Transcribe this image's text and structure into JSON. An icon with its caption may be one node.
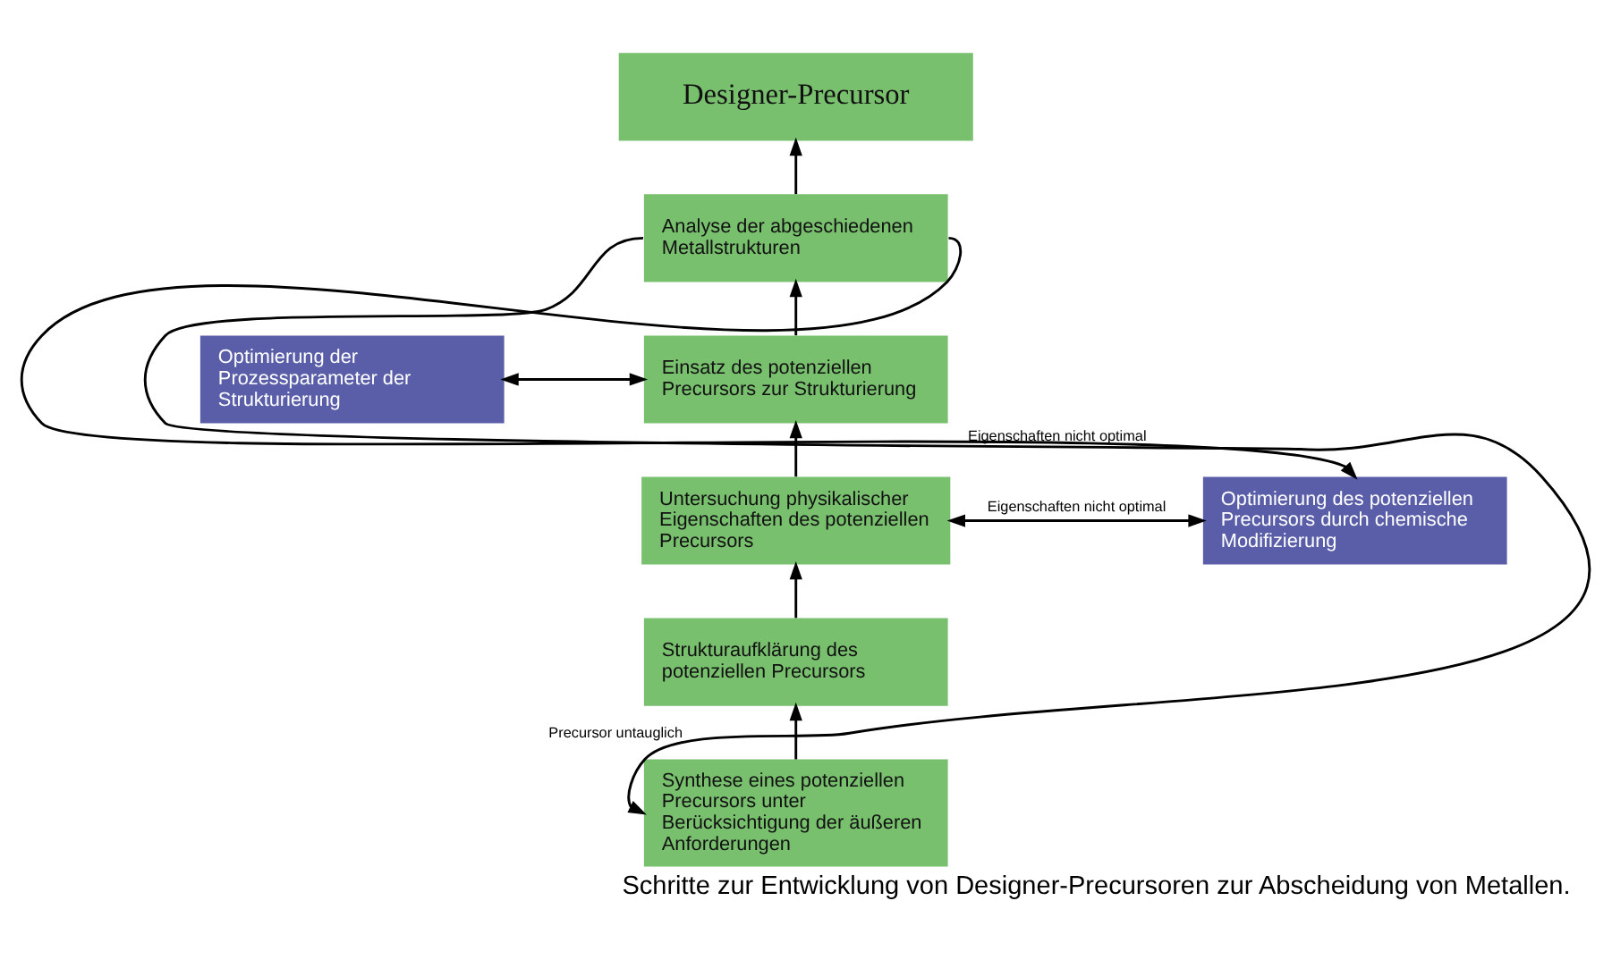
{
  "diagram": {
    "caption": "Schritte zur Entwicklung von Designer-Precursoren zur Abscheidung von Metallen.",
    "nodes": [
      {
        "text": [
          "Designer-Precursor"
        ]
      },
      {
        "text": [
          "Analyse der abgeschiedenen Metallstrukturen"
        ]
      },
      {
        "text": [
          "Optimierung der Prozessparameter der Strukturierung"
        ]
      },
      {
        "text": [
          "Einsatz des potenziellen Precursors zur Strukturierung"
        ]
      },
      {
        "text": [
          "Untersuchung physikalischer Eigenschaften des potenziellen Precursors"
        ]
      },
      {
        "text": [
          "Optimierung des potenziellen Precursors durch chemische Modifizierung"
        ]
      },
      {
        "text": [
          "Strukturaufklärung des potenziellen Precursors"
        ]
      },
      {
        "text": [
          "Synthese eines potenziellen Precursors unter Berücksichtigung der äußeren Anforderungen"
        ]
      }
    ],
    "edges": [
      {
        "from": 1,
        "to": 0,
        "arrow": "to"
      },
      {
        "from": 3,
        "to": 1,
        "arrow": "to"
      },
      {
        "from": 4,
        "to": 3,
        "arrow": "to"
      },
      {
        "from": 6,
        "to": 4,
        "arrow": "to"
      },
      {
        "from": 7,
        "to": 6,
        "arrow": "to"
      },
      {
        "from": 2,
        "to": 3,
        "arrow": "both"
      },
      {
        "from": 1,
        "to": 5,
        "arrow": "to",
        "label": "Eigenschaften nicht optimal"
      },
      {
        "from": 4,
        "to": 5,
        "arrow": "both",
        "label": "Eigenschaften nicht optimal"
      },
      {
        "from": 1,
        "to": 7,
        "arrow": "to",
        "label": "Precursor untauglich"
      }
    ]
  }
}
